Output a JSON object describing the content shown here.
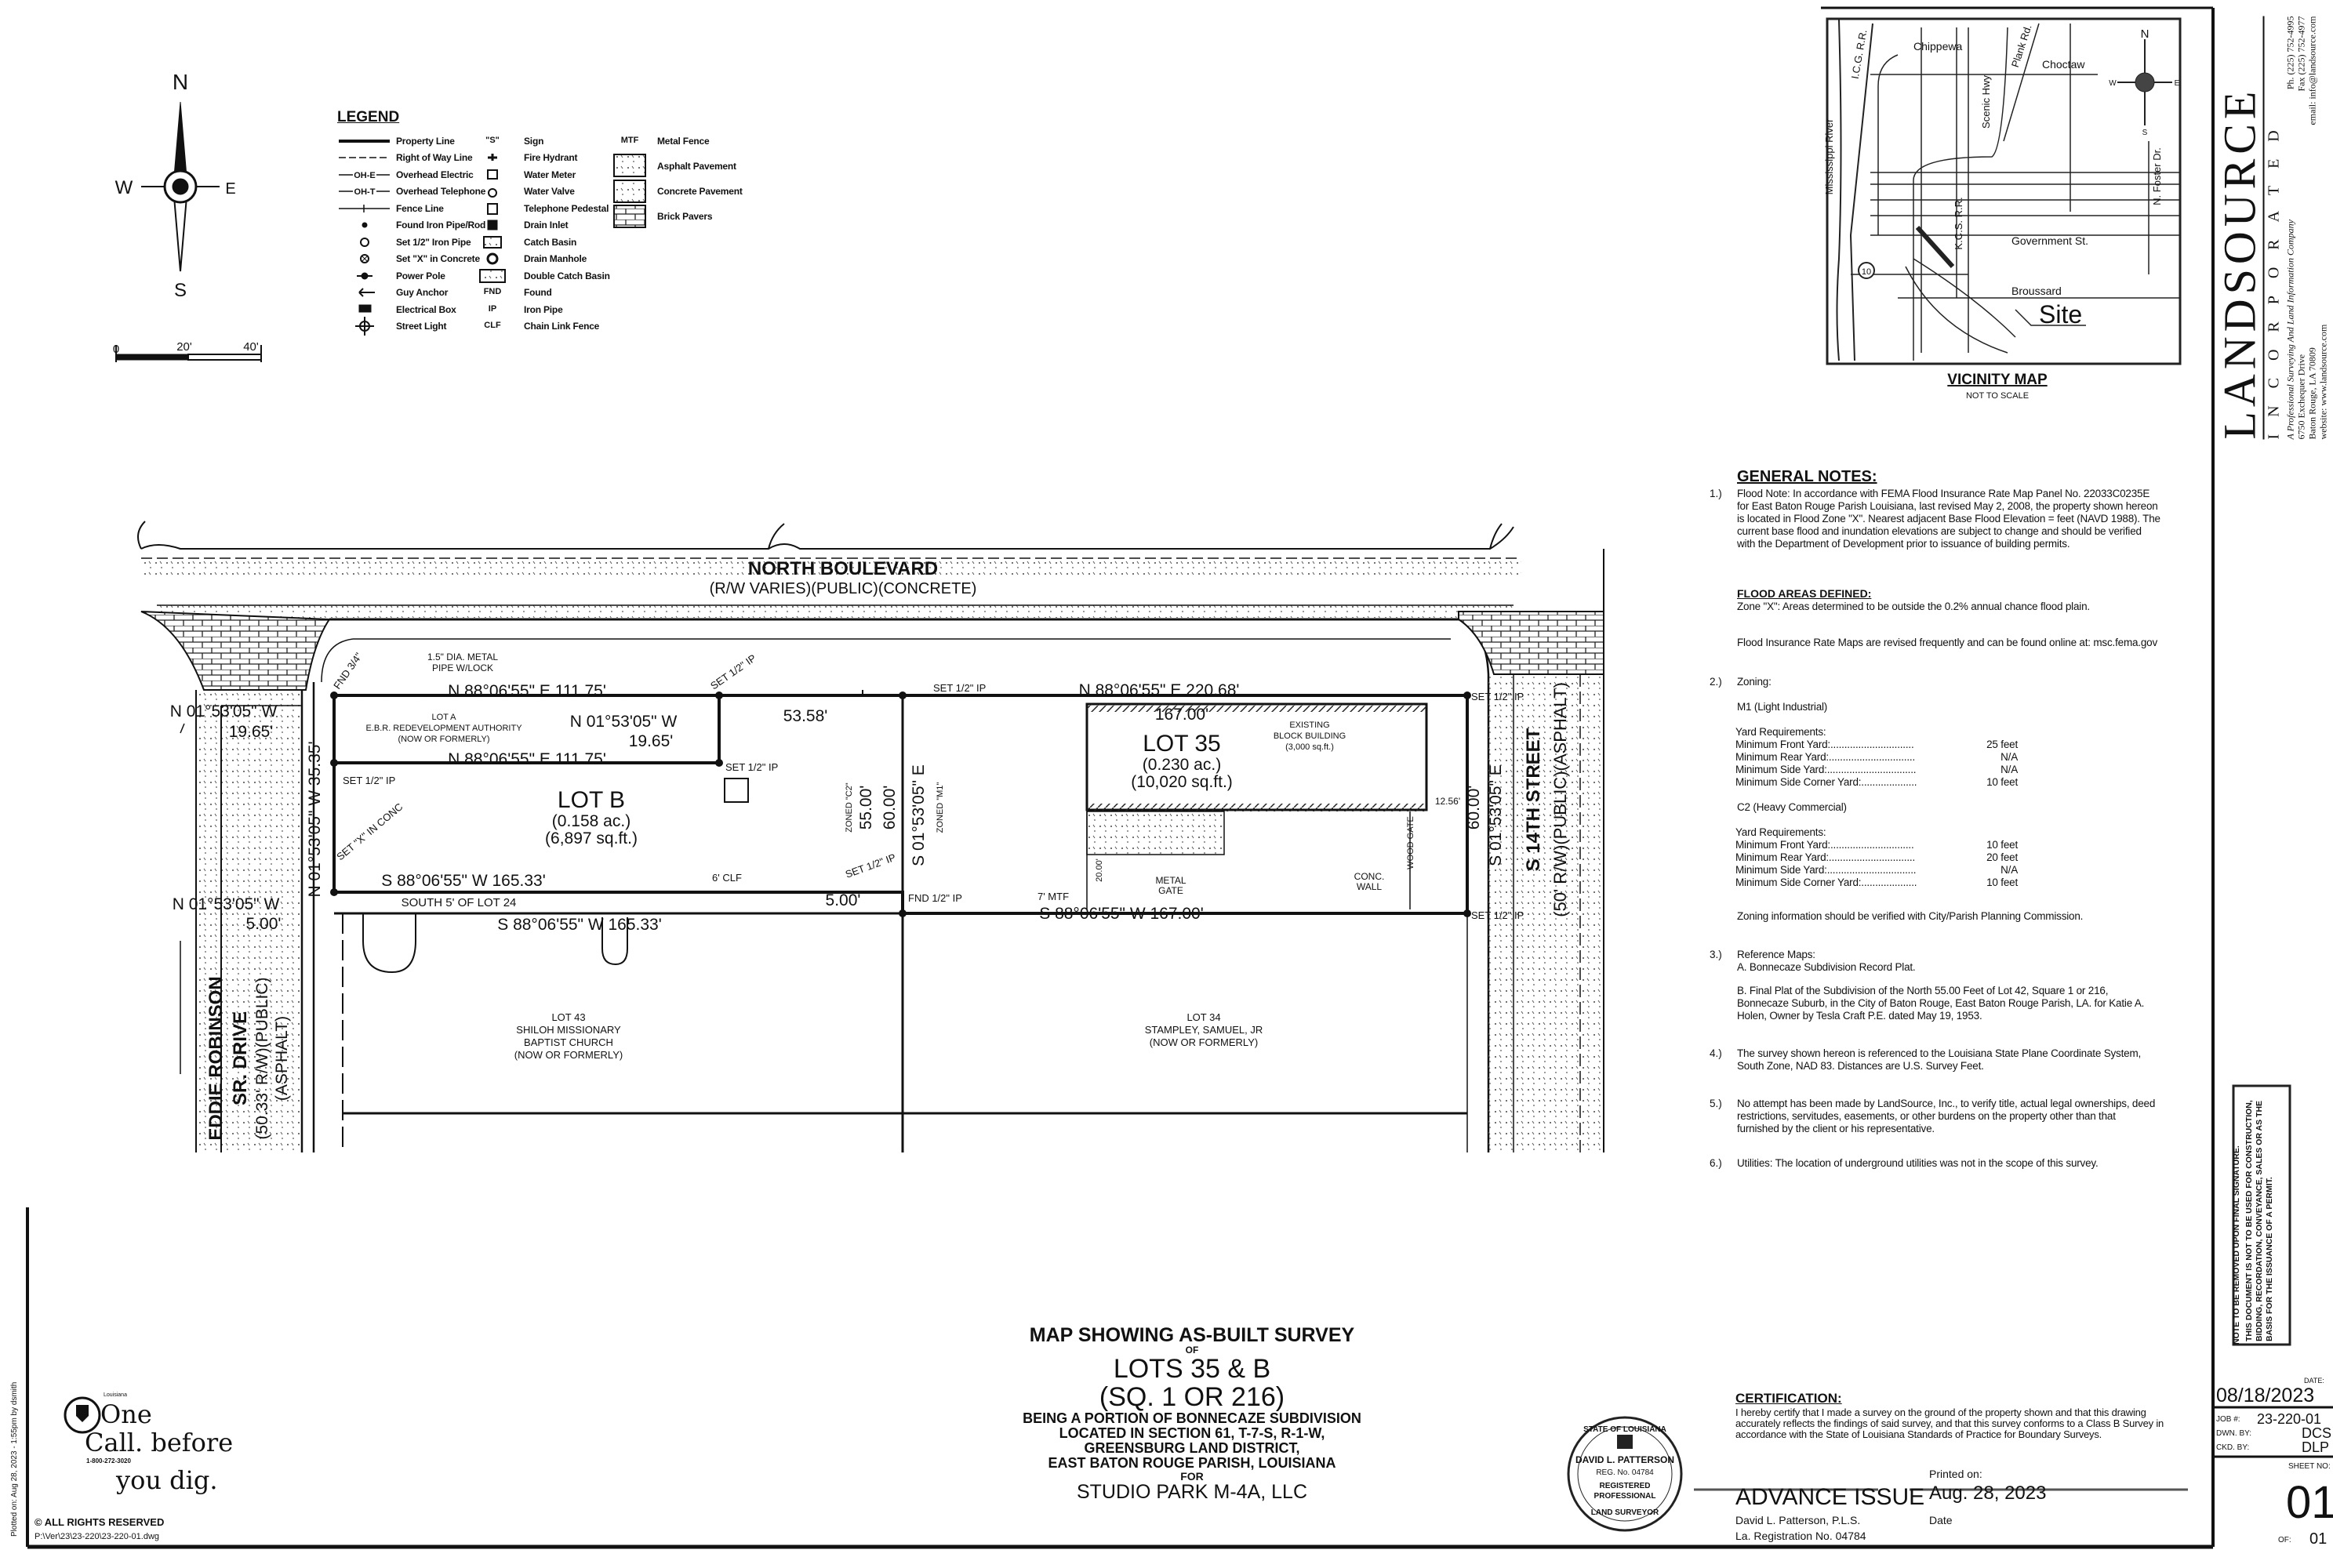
{
  "north_arrow": {
    "n": "N",
    "s": "S",
    "e": "E",
    "w": "W"
  },
  "scale_bar": {
    "labels": [
      "0",
      "20'",
      "40'"
    ]
  },
  "legend": {
    "title": "LEGEND",
    "col1": [
      {
        "label": "Property Line"
      },
      {
        "label": "Right of Way Line"
      },
      {
        "label": "Overhead Electric",
        "symbol": "OH-E"
      },
      {
        "label": "Overhead Telephone",
        "symbol": "OH-T"
      },
      {
        "label": "Fence Line"
      },
      {
        "label": "Found Iron Pipe/Rod"
      },
      {
        "label": "Set 1/2\" Iron Pipe"
      },
      {
        "label": "Set \"X\" in Concrete"
      },
      {
        "label": "Power Pole"
      },
      {
        "label": "Guy Anchor"
      },
      {
        "label": "Electrical Box"
      },
      {
        "label": "Street Light"
      }
    ],
    "col2": [
      {
        "label": "Sign",
        "symbol": "\"S\""
      },
      {
        "label": "Fire Hydrant"
      },
      {
        "label": "Water Meter"
      },
      {
        "label": "Water Valve"
      },
      {
        "label": "Telephone Pedestal"
      },
      {
        "label": "Drain Inlet"
      },
      {
        "label": "Catch Basin"
      },
      {
        "label": "Drain Manhole"
      },
      {
        "label": "Double Catch Basin"
      },
      {
        "label": "Found",
        "symbol": "FND"
      },
      {
        "label": "Iron Pipe",
        "symbol": "IP"
      },
      {
        "label": "Chain Link Fence",
        "symbol": "CLF"
      }
    ],
    "col3": [
      {
        "label": "Metal Fence",
        "symbol": "MTF"
      },
      {
        "label": "Asphalt Pavement"
      },
      {
        "label": "Concrete Pavement"
      },
      {
        "label": "Brick Pavers"
      }
    ]
  },
  "vicinity_map": {
    "title": "VICINITY MAP",
    "subtitle": "NOT TO SCALE",
    "labels": {
      "chippewa": "Chippewa",
      "choctaw": "Choctaw",
      "river": "Mississippi River",
      "icg": "I.C.G. R.R.",
      "scenic": "Scenic Hwy",
      "plank": "Plank Rd.",
      "kcs": "K.C.S. R.R.",
      "government": "Government St.",
      "broussard": "Broussard",
      "foster": "N. Foster Dr.",
      "site": "Site",
      "interstate": "10"
    },
    "compass": {
      "n": "N",
      "s": "S",
      "e": "E",
      "w": "W"
    }
  },
  "company": {
    "name": "LANDSOURCE",
    "incorporated": "INCORPORATED",
    "tagline": "A Professional Surveying And Land Information Company",
    "address1": "6750 Exchequer Drive",
    "address2": "Baton Rouge, LA 70809",
    "website": "website: www.landsource.com",
    "phone": "Ph. (225) 752-4995",
    "fax": "Fax (225) 752-4977",
    "email": "email: info@landsource.com"
  },
  "plat": {
    "roads": {
      "north_blvd": "NORTH BOULEVARD",
      "north_blvd_sub": "(R/W VARIES)(PUBLIC)(CONCRETE)",
      "s14th": "S 14TH STREET",
      "s14th_sub": "(50' R/W)(PUBLIC)(ASPHALT)",
      "eddie1": "EDDIE ROBINSON",
      "eddie2": "SR. DRIVE",
      "eddie3": "(50.33' R/W)(PUBLIC)",
      "eddie4": "(ASPHALT)"
    },
    "lot_a": {
      "l1": "LOT A",
      "l2": "E.B.R. REDEVELOPMENT AUTHORITY",
      "l3": "(NOW OR FORMERLY)"
    },
    "lot_b": {
      "name": "LOT B",
      "acres": "(0.158 ac.)",
      "sqft": "(6,897 sq.ft.)"
    },
    "lot_35": {
      "name": "LOT 35",
      "acres": "(0.230 ac.)",
      "sqft": "(10,020 sq.ft.)"
    },
    "building": {
      "l1": "EXISTING",
      "l2": "BLOCK BUILDING",
      "l3": "(3,000 sq.ft.)"
    },
    "lot_43": {
      "l1": "LOT 43",
      "l2": "SHILOH MISSIONARY",
      "l3": "BAPTIST CHURCH",
      "l4": "(NOW OR FORMERLY)"
    },
    "lot_34": {
      "l1": "LOT 34",
      "l2": "STAMPLEY, SAMUEL, JR",
      "l3": "(NOW OR FORMERLY)"
    },
    "calls": {
      "lot_a_north": "N 88°06'55\" E   111.75'",
      "lot_a_south": "N 88°06'55\" E   111.75'",
      "west_top_bearing": "N 01°53'05\" W",
      "west_top_dist": "19.65'",
      "lot_a_east_bearing": "N 01°53'05\" W",
      "lot_a_east_dist": "19.65'",
      "west_lot_b": "N 01°53'05\" W   35.35'",
      "lot_b_south": "S 88°06'55\" W   165.33'",
      "south_strip": "SOUTH 5' OF LOT 24",
      "strip_dist": "5.00'",
      "strip_south": "S 88°06'55\" W   165.33'",
      "west_bottom_bearing": "N 01°53'05\" W",
      "west_bottom_dist": "5.00'",
      "seg_53": "53.58'",
      "lot35_north": "N 88°06'55\" E   220.68'",
      "lot35_167": "167.00'",
      "lot35_south": "S 88°06'55\" W   167.00'",
      "mid_bearing": "S 01°53'05\" E",
      "mid_60": "60.00'",
      "mid_55": "55.00'",
      "east_bearing": "S 01°53'05\" E",
      "east_60": "60.00'",
      "dist_1256": "12.56'",
      "dist_20": "20.00'"
    },
    "notes": {
      "zoned_c2": "ZONED \"C2\"",
      "zoned_m1": "ZONED \"M1\"",
      "set_ip": "SET 1/2\" IP",
      "fnd_ip": "FND 1/2\" IP",
      "fnd_34": "FND 3/4\"",
      "set_x": "SET \"X\" IN CONC",
      "metal_pipe1": "1.5\" DIA. METAL",
      "metal_pipe2": "PIPE W/LOCK",
      "metal_gate1": "METAL",
      "metal_gate2": "GATE",
      "conc_wall1": "CONC.",
      "conc_wall2": "WALL",
      "wood_gate": "WOOD GATE",
      "mtf": "7' MTF",
      "clf": "6' CLF"
    }
  },
  "general_notes": {
    "title": "GENERAL NOTES:",
    "n1_num": "1.)",
    "n1": "Flood Note: In accordance with FEMA Flood Insurance Rate Map Panel No. 22033C0235E for East Baton Rouge Parish Louisiana, last revised May 2, 2008, the property shown hereon is located in Flood Zone \"X\". Nearest adjacent Base Flood Elevation = feet (NAVD 1988). The current base flood and inundation elevations are subject to change and should be verified with the Department of Development prior to issuance of building permits.",
    "flood_title": "FLOOD AREAS DEFINED:",
    "zone_x": "Zone \"X\": Areas determined to be outside the 0.2% annual chance flood plain.",
    "firm": "Flood Insurance Rate Maps are revised frequently and can be found online at: msc.fema.gov",
    "n2_num": "2.)",
    "n2": "Zoning:",
    "m1_title": "M1   (Light Industrial)",
    "m1_yard": "Yard Requirements:",
    "m1_rows": [
      {
        "label": "Minimum Front Yard:..............................",
        "value": "25 feet"
      },
      {
        "label": "Minimum Rear Yard:...............................",
        "value": "N/A"
      },
      {
        "label": "Minimum Side Yard:................................",
        "value": "N/A"
      },
      {
        "label": "Minimum Side Corner Yard:....................",
        "value": "10 feet"
      }
    ],
    "c2_title": "C2   (Heavy Commercial)",
    "c2_yard": "Yard Requirements:",
    "c2_rows": [
      {
        "label": "Minimum Front Yard:..............................",
        "value": "10 feet"
      },
      {
        "label": "Minimum Rear Yard:...............................",
        "value": "20 feet"
      },
      {
        "label": "Minimum Side Yard:................................",
        "value": "N/A"
      },
      {
        "label": "Minimum Side Corner Yard:....................",
        "value": "10 feet"
      }
    ],
    "zoning_verify": "Zoning information should be verified with City/Parish Planning Commission.",
    "n3_num": "3.)",
    "n3": "Reference Maps:",
    "n3a": "A. Bonnecaze Subdivision Record Plat.",
    "n3b": "B. Final Plat of the Subdivision of the North 55.00 Feet of Lot 42, Square 1 or 216, Bonnecaze Suburb, in the City of Baton Rouge, East Baton Rouge Parish, LA. for Katie A. Holen, Owner by Tesla Craft P.E. dated May 19, 1953.",
    "n4_num": "4.)",
    "n4": "The survey shown hereon is referenced to the Louisiana State Plane Coordinate System, South Zone, NAD 83.  Distances are U.S. Survey Feet.",
    "n5_num": "5.)",
    "n5": "No attempt has been made by LandSource, Inc., to verify title, actual legal ownerships, deed restrictions, servitudes, easements, or other burdens on the property other than that furnished by the client or his representative.",
    "n6_num": "6.)",
    "n6": "Utilities:  The location of underground utilities was not in the scope of this survey."
  },
  "title_block": {
    "l1": "MAP SHOWING AS-BUILT SURVEY",
    "l2": "OF",
    "l3": "LOTS 35 & B",
    "l4": "(SQ. 1 OR 216)",
    "l5": "BEING A PORTION OF BONNECAZE SUBDIVISION",
    "l6": "LOCATED IN SECTION 61, T-7-S, R-1-W,",
    "l7": "GREENSBURG LAND DISTRICT,",
    "l8": "EAST BATON ROUGE PARISH, LOUISIANA",
    "l9": "FOR",
    "l10": "STUDIO PARK M-4A, LLC"
  },
  "certification": {
    "title": "CERTIFICATION:",
    "text": "I hereby certify that I made a survey on the ground of the property shown and that this drawing accurately reflects the findings of said survey, and that this survey conforms to a Class B Survey in accordance with the State of Louisiana Standards of Practice for Boundary Surveys.",
    "issue": "ADVANCE ISSUE",
    "printed_label": "Printed on:",
    "printed_date": "Aug. 28, 2023",
    "signer": "David L. Patterson, P.L.S.",
    "registration": "La. Registration No. 04784",
    "date_label": "Date"
  },
  "seal": {
    "top": "STATE OF LOUISIANA",
    "name": "DAVID L. PATTERSON",
    "reg": "REG. No. 04784",
    "l1": "REGISTERED",
    "l2": "PROFESSIONAL",
    "bottom": "LAND SURVEYOR"
  },
  "sheet_info": {
    "date_label": "DATE:",
    "date": "08/18/2023",
    "job_label": "JOB #:",
    "job": "23-220-01",
    "dwn_label": "DWN. BY:",
    "dwn": "DCS",
    "ckd_label": "CKD. BY:",
    "ckd": "DLP",
    "sheet_label": "SHEET NO:",
    "sheet": "01",
    "of_label": "OF:",
    "of": "01"
  },
  "disclaimer": {
    "line1": "NOTE TO BE REMOVED UPON FINAL SIGNATURE.",
    "line2": "THIS DOCUMENT IS NOT TO BE USED FOR CONSTRUCTION, BIDDING, RECORDATION, CONVEYANCE, SALES OR AS THE BASIS FOR THE ISSUANCE OF A PERMIT."
  },
  "one_call": {
    "state": "Louisiana",
    "line1": "One",
    "line2": "Call. before",
    "phone": "1-800-272-3020",
    "line3": "you dig."
  },
  "footer": {
    "rights": "© ALL RIGHTS RESERVED",
    "file": "P:\\Ver\\23\\23-220\\23-220-01.dwg",
    "plotted": "Plotted on: Aug 28, 2023 - 1:55pm by dsmith"
  }
}
